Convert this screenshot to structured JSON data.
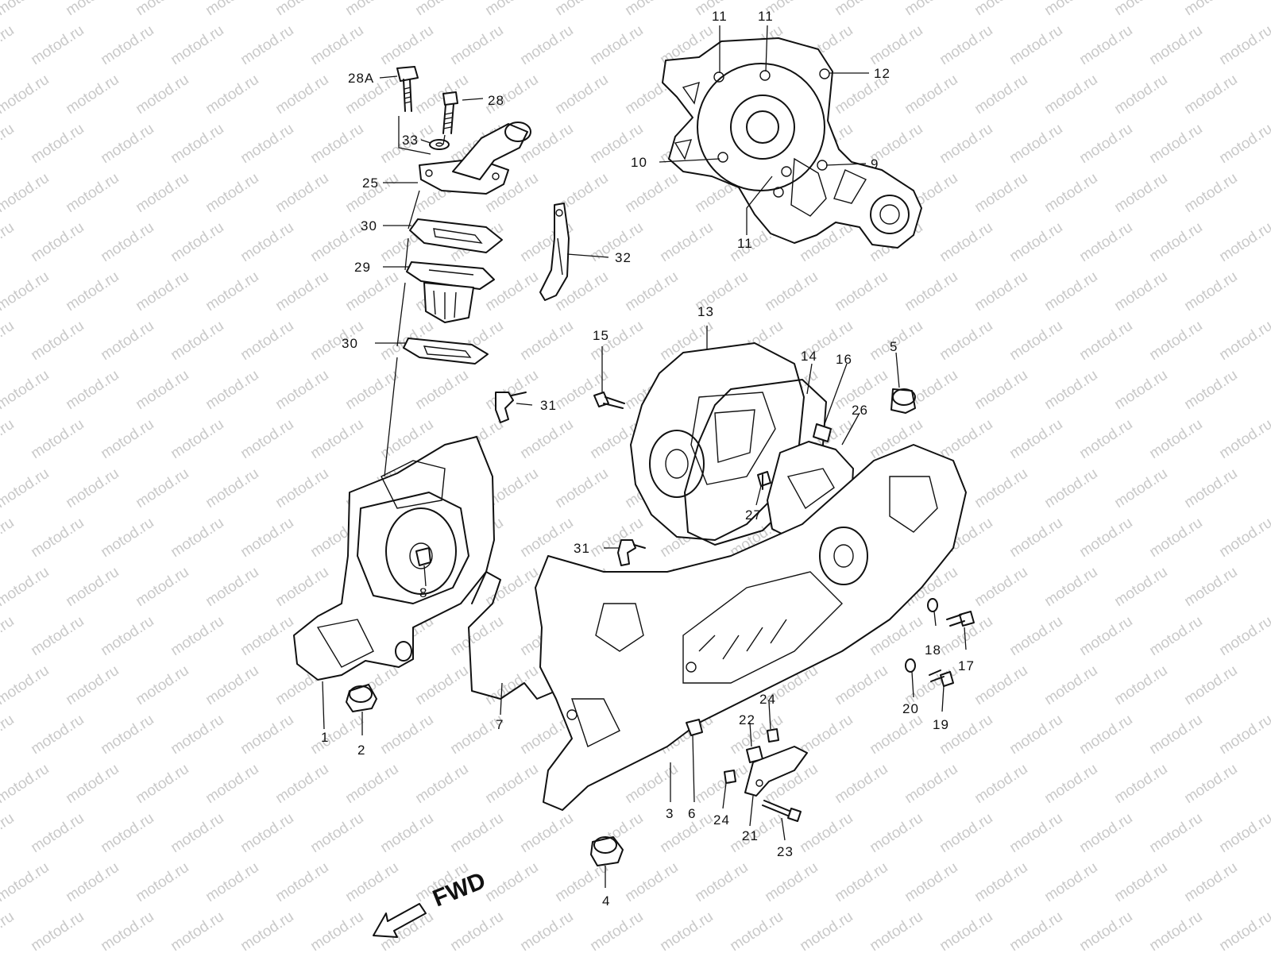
{
  "watermark": {
    "text": "motod.ru"
  },
  "fwd": {
    "label": "FWD"
  },
  "callouts": [
    {
      "id": "28A",
      "label": "28A"
    },
    {
      "id": "28",
      "label": "28"
    },
    {
      "id": "33",
      "label": "33"
    },
    {
      "id": "25",
      "label": "25"
    },
    {
      "id": "30a",
      "label": "30"
    },
    {
      "id": "29",
      "label": "29"
    },
    {
      "id": "30b",
      "label": "30"
    },
    {
      "id": "32",
      "label": "32"
    },
    {
      "id": "11a",
      "label": "11"
    },
    {
      "id": "11b",
      "label": "11"
    },
    {
      "id": "12",
      "label": "12"
    },
    {
      "id": "10",
      "label": "10"
    },
    {
      "id": "9",
      "label": "9"
    },
    {
      "id": "11c",
      "label": "11"
    },
    {
      "id": "13",
      "label": "13"
    },
    {
      "id": "15",
      "label": "15"
    },
    {
      "id": "14",
      "label": "14"
    },
    {
      "id": "16",
      "label": "16"
    },
    {
      "id": "5",
      "label": "5"
    },
    {
      "id": "26",
      "label": "26"
    },
    {
      "id": "31a",
      "label": "31"
    },
    {
      "id": "27",
      "label": "27"
    },
    {
      "id": "31b",
      "label": "31"
    },
    {
      "id": "8",
      "label": "8"
    },
    {
      "id": "18",
      "label": "18"
    },
    {
      "id": "17",
      "label": "17"
    },
    {
      "id": "20",
      "label": "20"
    },
    {
      "id": "19",
      "label": "19"
    },
    {
      "id": "24a",
      "label": "24"
    },
    {
      "id": "22",
      "label": "22"
    },
    {
      "id": "1",
      "label": "1"
    },
    {
      "id": "2",
      "label": "2"
    },
    {
      "id": "7",
      "label": "7"
    },
    {
      "id": "3",
      "label": "3"
    },
    {
      "id": "6",
      "label": "6"
    },
    {
      "id": "24b",
      "label": "24"
    },
    {
      "id": "21",
      "label": "21"
    },
    {
      "id": "23",
      "label": "23"
    },
    {
      "id": "4",
      "label": "4"
    }
  ]
}
